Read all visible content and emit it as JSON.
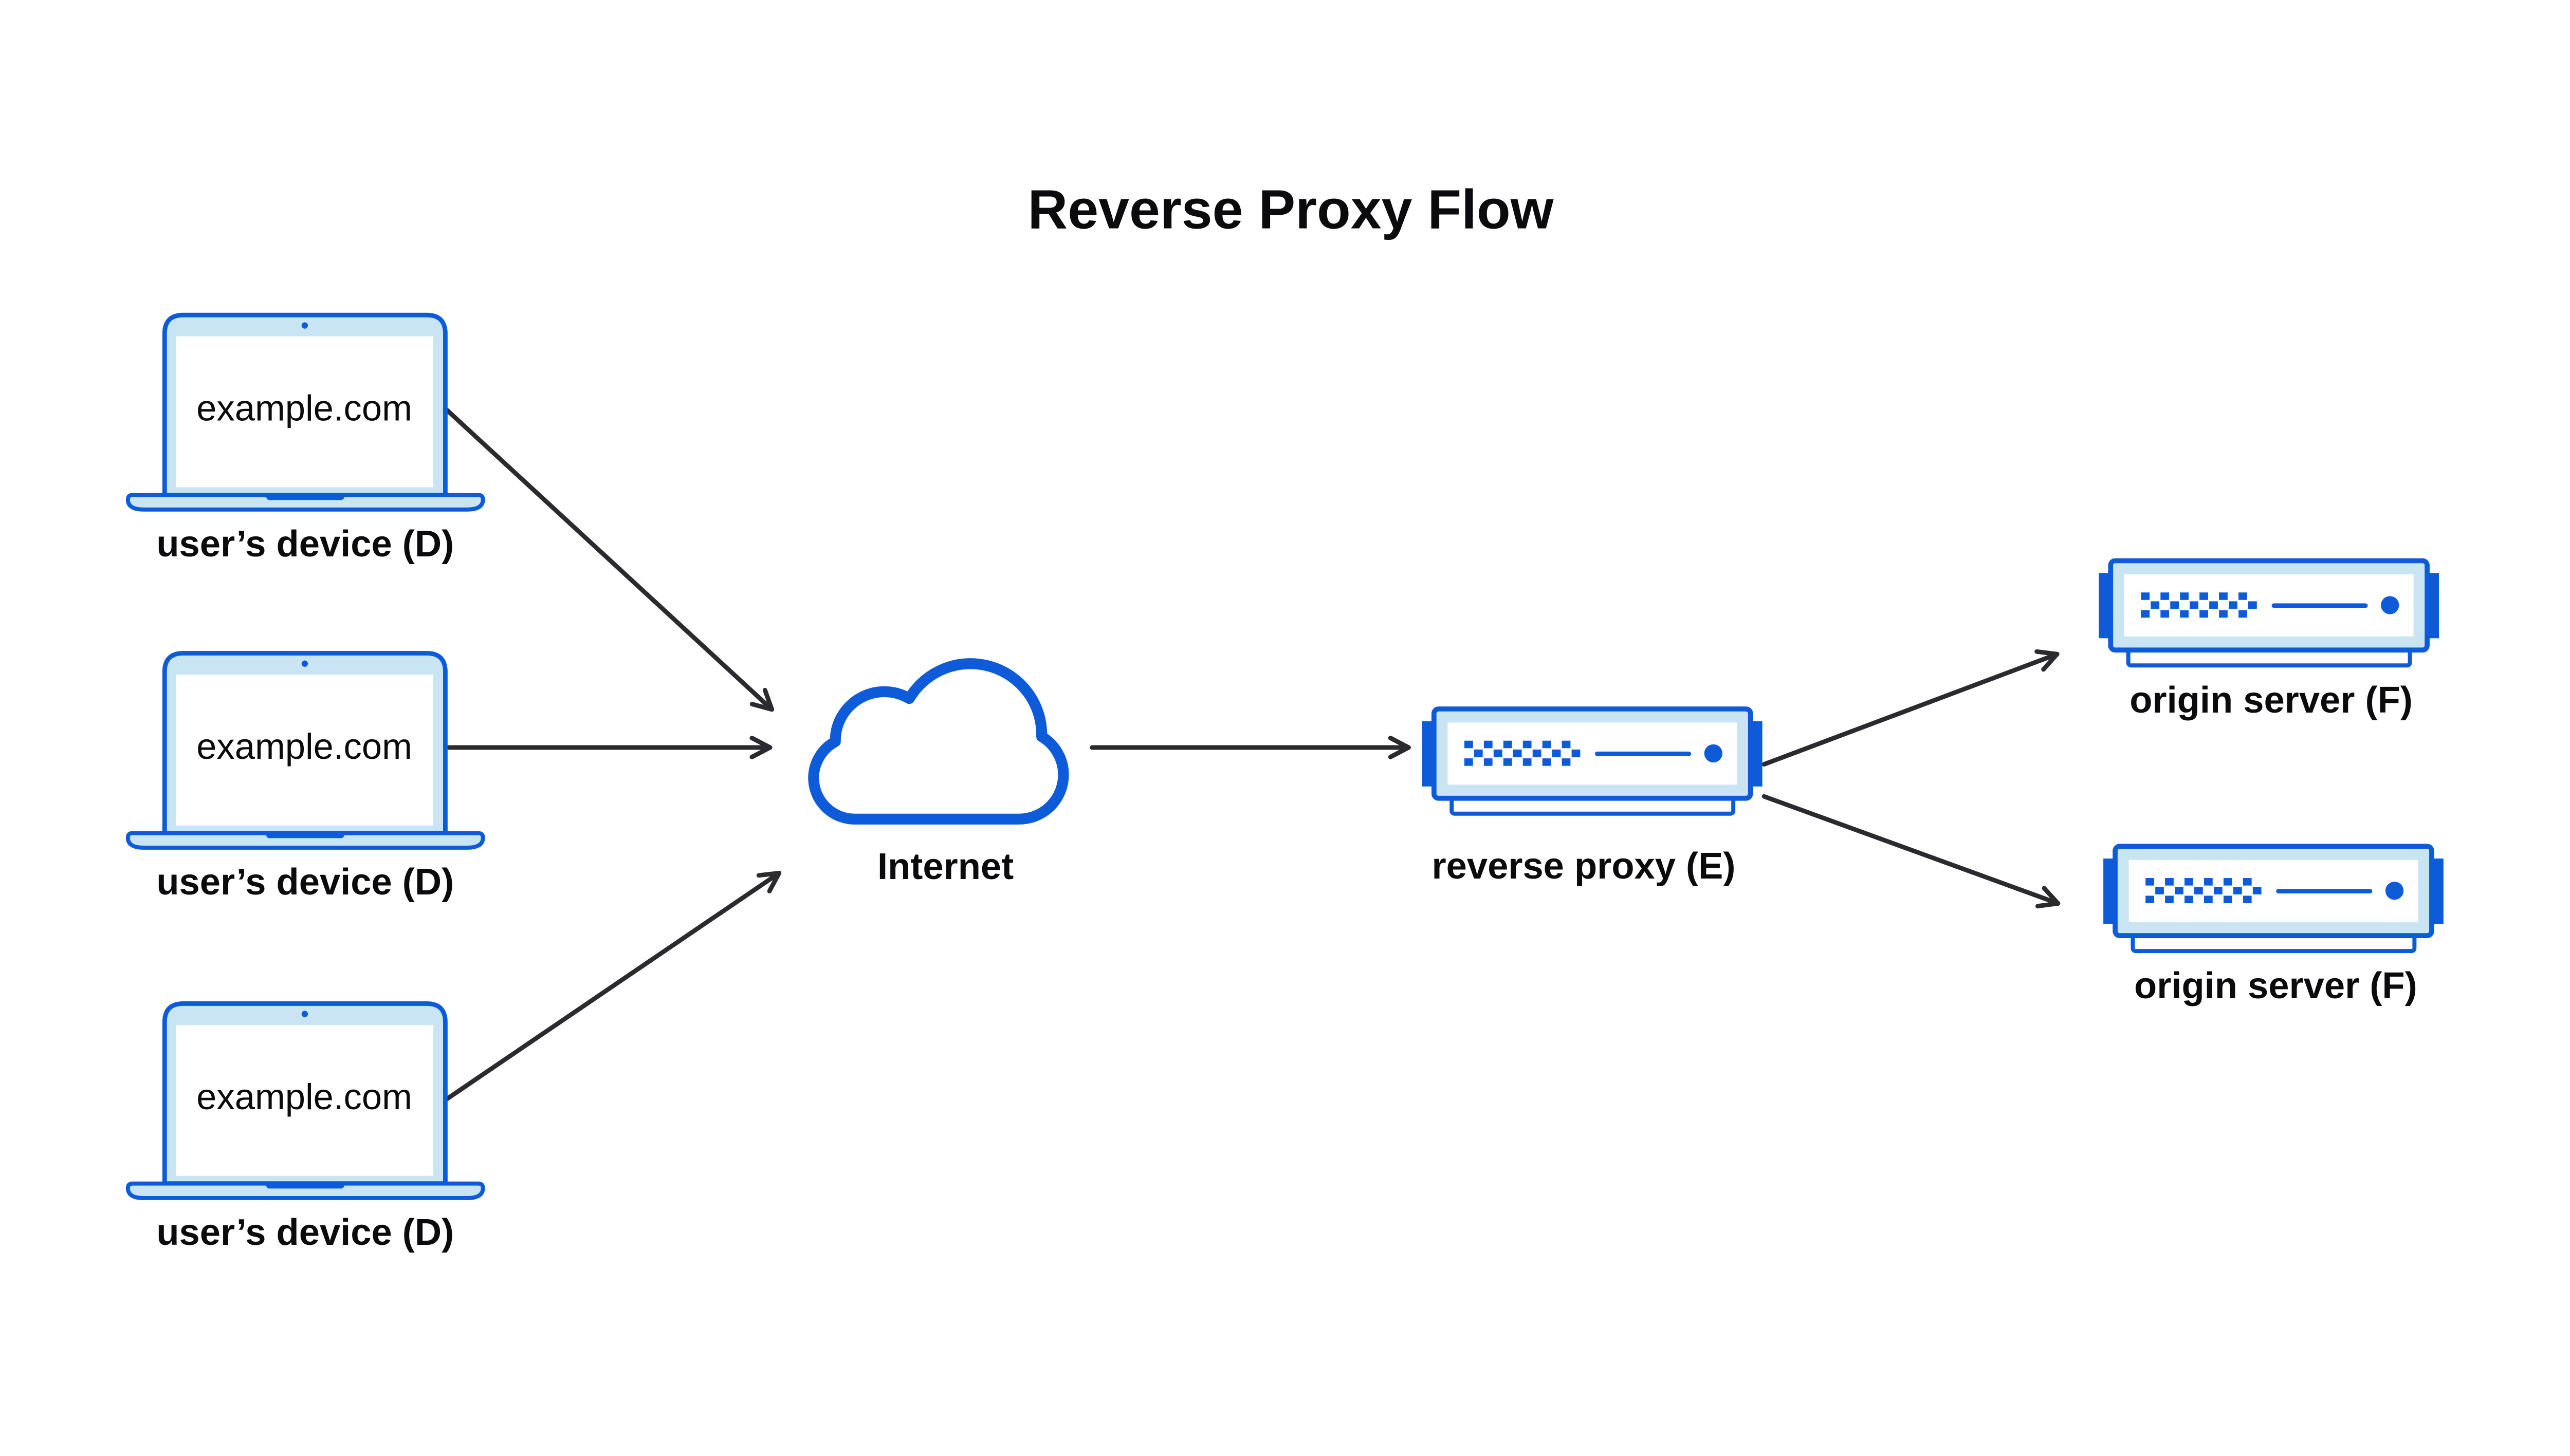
{
  "title": "Reverse Proxy Flow",
  "colors": {
    "accent": "#0d5bd9",
    "fill_light": "#c9e5f3",
    "arrow": "#2b2b2f",
    "text": "#0b0b0d",
    "background": "#ffffff"
  },
  "nodes": {
    "devices": [
      {
        "screen_label": "example.com",
        "caption": "user’s device (D)"
      },
      {
        "screen_label": "example.com",
        "caption": "user’s device (D)"
      },
      {
        "screen_label": "example.com",
        "caption": "user’s device (D)"
      }
    ],
    "internet": {
      "caption": "Internet"
    },
    "reverse_proxy": {
      "caption": "reverse proxy (E)"
    },
    "origin_servers": [
      {
        "caption": "origin server (F)"
      },
      {
        "caption": "origin server (F)"
      }
    ]
  },
  "arrows": [
    {
      "from": "user’s device (D) 1",
      "to": "Internet"
    },
    {
      "from": "user’s device (D) 2",
      "to": "Internet"
    },
    {
      "from": "user’s device (D) 3",
      "to": "Internet"
    },
    {
      "from": "Internet",
      "to": "reverse proxy (E)"
    },
    {
      "from": "reverse proxy (E)",
      "to": "origin server (F) 1"
    },
    {
      "from": "reverse proxy (E)",
      "to": "origin server (F) 2"
    }
  ]
}
